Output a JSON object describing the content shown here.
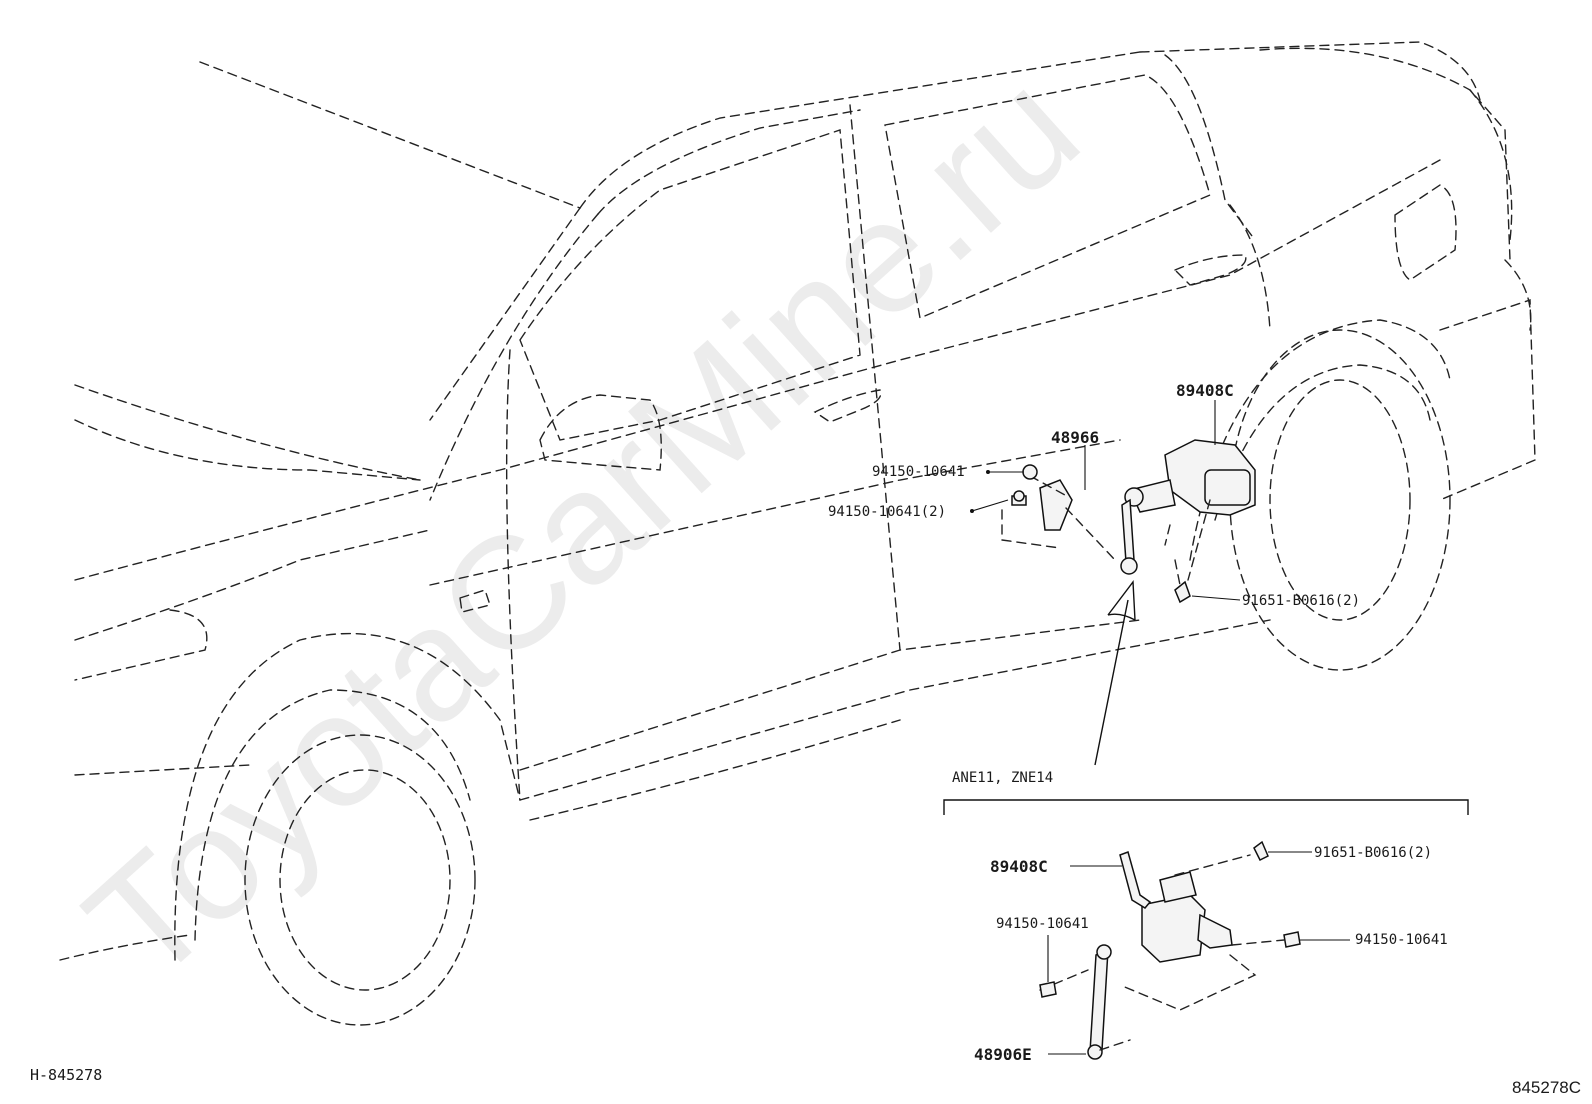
{
  "diagram": {
    "watermark": "ToyotaCarMine.ru",
    "drawing_number": "H-845278",
    "figure_code": "845278C",
    "variant_note": "ANE11, ZNE14",
    "main_labels": {
      "sensor": "89408C",
      "bracket": "48966",
      "nut_single": "94150-10641",
      "nut_double": "94150-10641(2)",
      "bolt": "91651-B0616(2)"
    },
    "detail_labels": {
      "sensor": "89408C",
      "bolt": "91651-B0616(2)",
      "nut_left": "94150-10641",
      "nut_right": "94150-10641",
      "link": "48906E"
    }
  }
}
